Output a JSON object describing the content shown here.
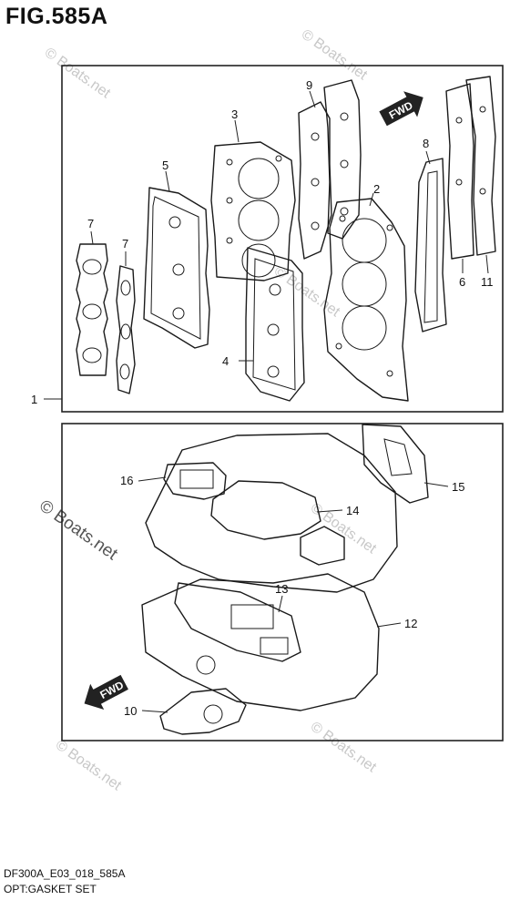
{
  "figure": {
    "title": "FIG.585A"
  },
  "footer": {
    "model_code": "DF300A_E03_018_585A",
    "set_name": "OPT:GASKET SET"
  },
  "watermark": {
    "text": "© Boats.net"
  },
  "fwd_label": "FWD",
  "callouts": [
    "1",
    "2",
    "3",
    "4",
    "5",
    "6",
    "7",
    "7",
    "8",
    "9",
    "10",
    "11",
    "12",
    "13",
    "14",
    "15",
    "16"
  ]
}
